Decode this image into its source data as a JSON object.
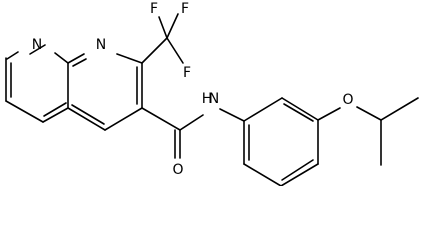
{
  "diagram": {
    "type": "chemical-structure",
    "atoms": {
      "N_left_ring": "N",
      "N_right_ring": "N",
      "F_left": "F",
      "F_right": "F",
      "F_bottom": "F",
      "N_amide": "N",
      "H_amide": "H",
      "O_carbonyl": "O",
      "O_ether": "O"
    },
    "colors": {
      "bond": "#000000",
      "text": "#000000",
      "background": "#ffffff"
    }
  }
}
